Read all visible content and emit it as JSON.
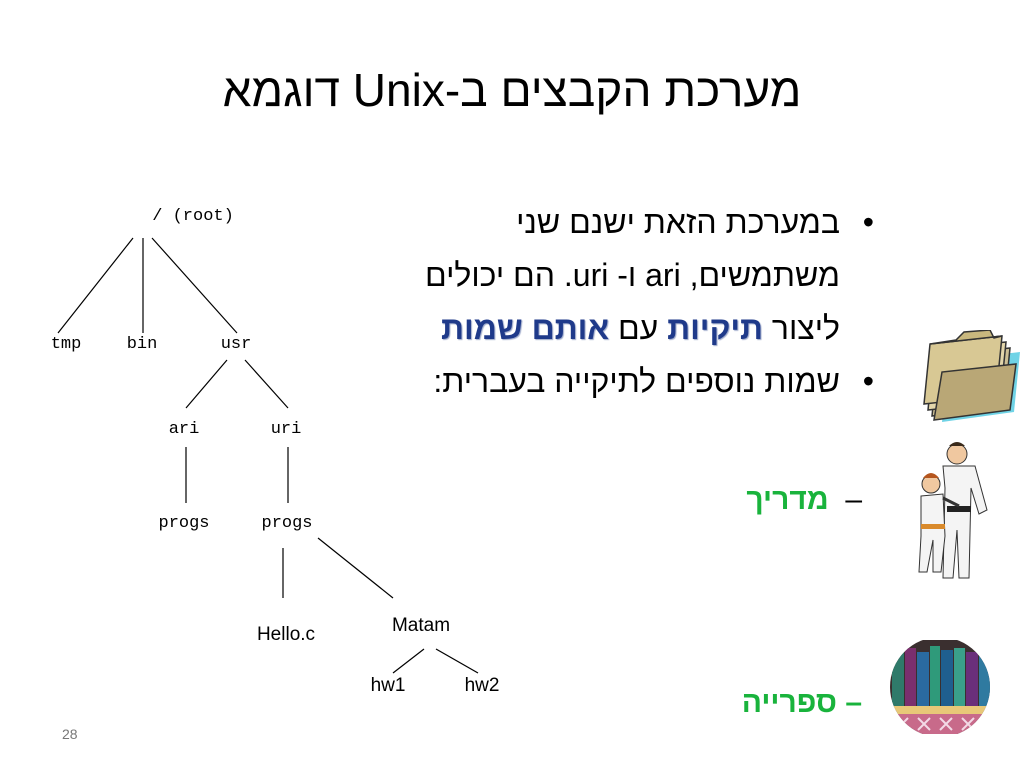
{
  "title": "מערכת הקבצים ב-Unix  דוגמא",
  "tree": {
    "root": "/ (root)",
    "tmp": "tmp",
    "bin": "bin",
    "usr": "usr",
    "ari": "ari",
    "uri": "uri",
    "progs1": "progs",
    "progs2": "progs",
    "hello": "Hello.c",
    "matam": "Matam",
    "hw1": "hw1",
    "hw2": "hw2"
  },
  "bullets": {
    "b1_line1": "במערכת הזאת ישנם שני",
    "b1_line2": "משתמשים, ari ו- uri. הם יכולים",
    "b1_line3_a": "ליצור ",
    "b1_line3_b": "תיקיות",
    "b1_line3_c": " עם ",
    "b1_line3_d": "אותם שמות",
    "b2": "שמות נוספים לתיקייה בעברית:",
    "bullet_char": "•",
    "sub_dash": "–",
    "sub1": "מדריך",
    "sub2": "ספרייה"
  },
  "page_number": "28",
  "icons": [
    "folder-icon",
    "judo-instructor-icon",
    "bookshelf-icon"
  ],
  "colors": {
    "green": "#19b33c",
    "emphasis": "#1f3a8a"
  }
}
